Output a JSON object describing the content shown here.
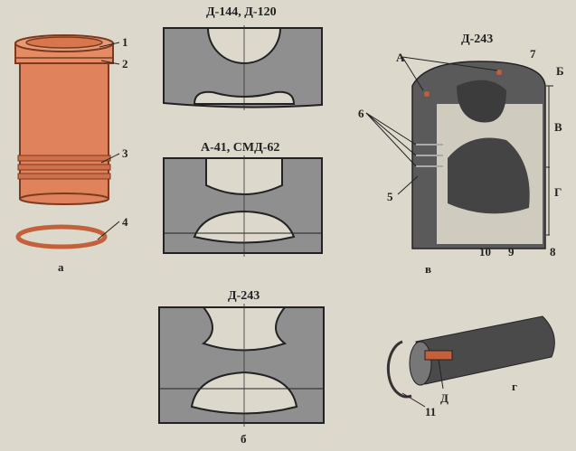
{
  "titles": {
    "piston_1": "Д-144, Д-120",
    "piston_2": "А-41, СМД-62",
    "piston_3": "Д-243",
    "piston_cutaway": "Д-243"
  },
  "subfigure_labels": {
    "a": "а",
    "b": "б",
    "v": "в",
    "g": "г"
  },
  "callouts": {
    "n1": "1",
    "n2": "2",
    "n3": "3",
    "n4": "4",
    "n5": "5",
    "n6": "6",
    "n7": "7",
    "n8": "8",
    "n9": "9",
    "n10": "10",
    "n11": "11",
    "A": "А",
    "B": "Б",
    "V": "В",
    "G": "Г",
    "D": "Д"
  },
  "colors": {
    "liner": "#e0835c",
    "section": "#8f8f8f",
    "cutaway": "#555555",
    "background": "#dcd8cb"
  }
}
